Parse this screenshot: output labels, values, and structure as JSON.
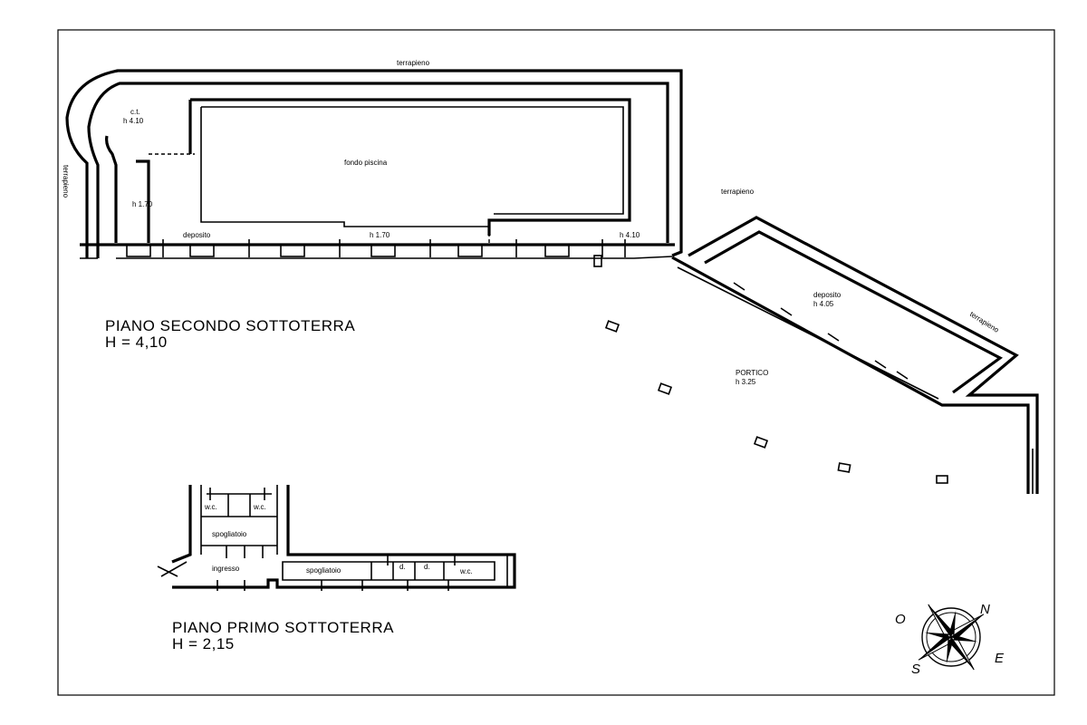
{
  "labels": {
    "terrapieno_top": "terrapieno",
    "terrapieno_left": "terrapieno",
    "terrapieno_mid": "terrapieno",
    "terrapieno_right": "terrapieno",
    "ct": "c.t.",
    "ct_h": "h 4.10",
    "fondo_piscina": "fondo piscina",
    "h170_left": "h 1.70",
    "deposito_left": "deposito",
    "h170_bottom": "h 1.70",
    "h410_right": "h 4.10",
    "deposito_right": "deposito",
    "deposito_right_h": "h 4.05",
    "portico": "PORTICO",
    "portico_h": "h 3.25",
    "wc_1": "w.c.",
    "wc_2": "w.c.",
    "spogliatoio_1": "spogliatoio",
    "ingresso": "ingresso",
    "spogliatoio_2": "spogliatoio",
    "d_1": "d.",
    "d_2": "d.",
    "wc_3": "w.c."
  },
  "titles": {
    "second_basement": "PIANO SECONDO SOTTOTERRA",
    "second_basement_h": "H = 4,10",
    "first_basement": "PIANO PRIMO SOTTOTERRA",
    "first_basement_h": "H = 2,15"
  },
  "compass": {
    "north": "N",
    "west": "O",
    "east": "E",
    "south": "S"
  }
}
